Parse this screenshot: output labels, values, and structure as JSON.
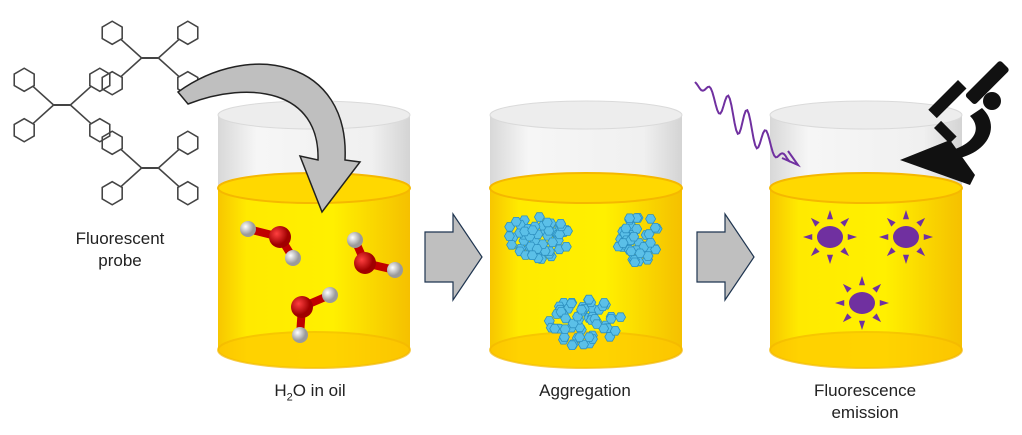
{
  "labels": {
    "probe_line1": "Fluorescent",
    "probe_line2": "probe",
    "step1_prefix": "H",
    "step1_sub": "2",
    "step1_suffix": "O in oil",
    "step2": "Aggregation",
    "step3_line1": "Fluorescence",
    "step3_line2": "emission"
  },
  "colors": {
    "oil": "#FFE600",
    "oil_edge": "#F5B800",
    "glass": "#E6E6E6",
    "arrow": "#BFBFBF",
    "arrow_edge": "#1F3550",
    "oxygen": "#C00000",
    "hydrogen": "#E0E0E0",
    "aggregate": "#5BC0E8",
    "emission": "#7030A0",
    "microscope": "#111111"
  },
  "icons": [
    "tetraphenylethylene-molecule-icon",
    "water-molecule-icon",
    "aggregate-cluster-icon",
    "emission-sun-icon",
    "light-wave-icon",
    "microscope-icon",
    "process-arrow-icon"
  ]
}
